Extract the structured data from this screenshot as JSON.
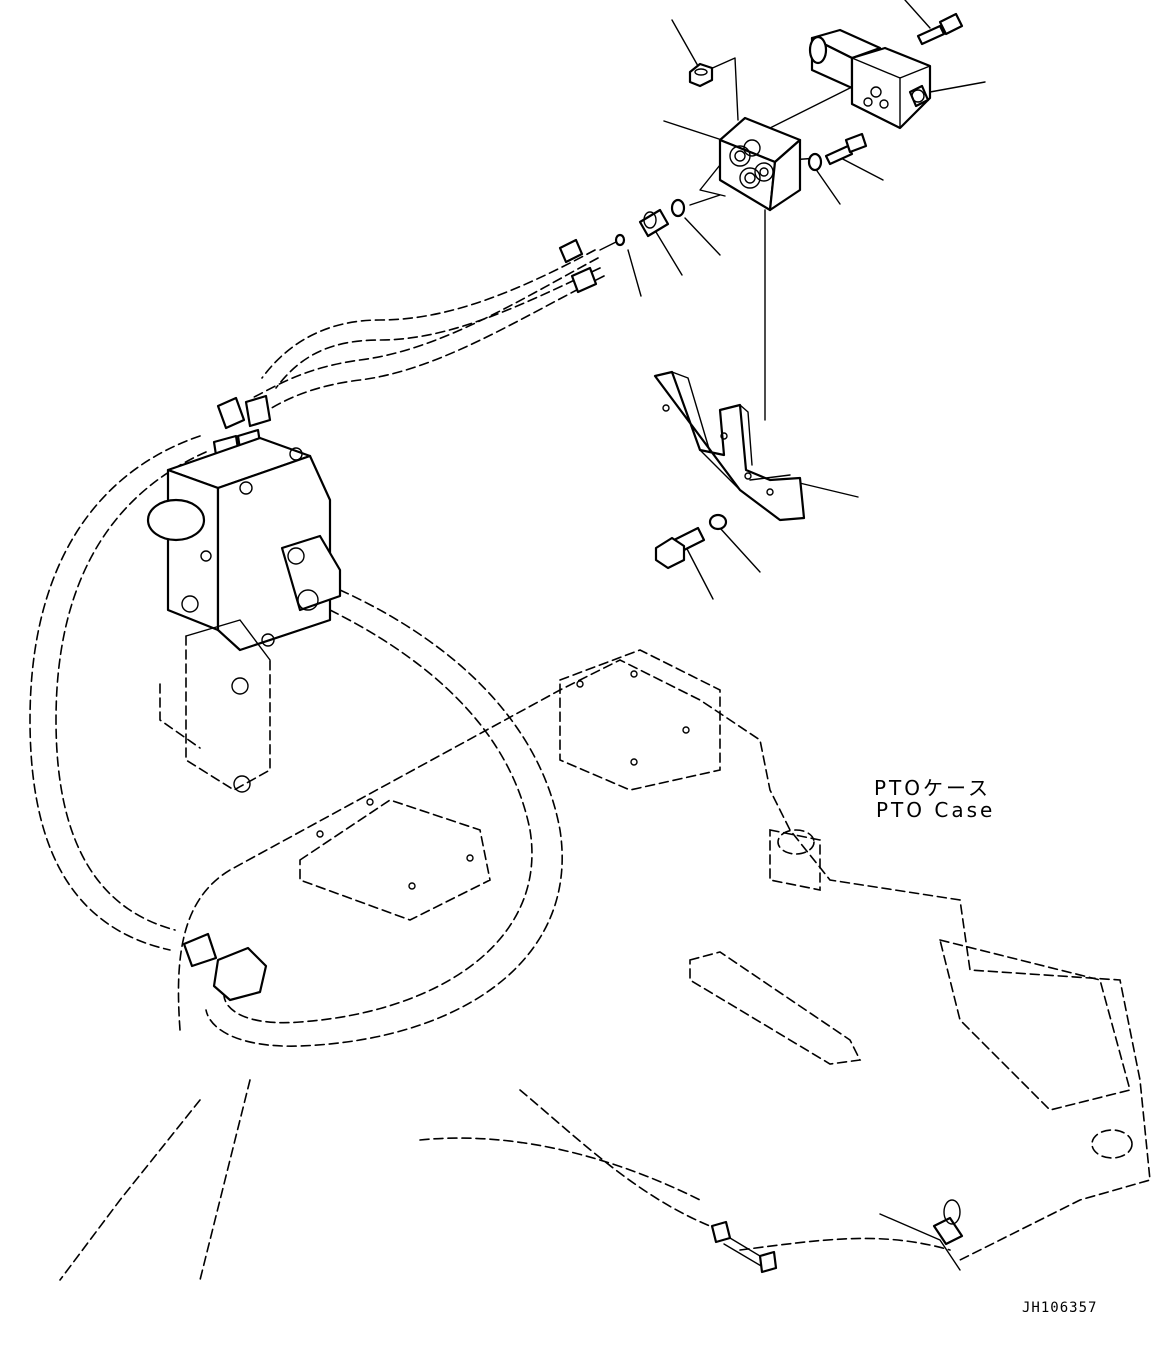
{
  "labels": {
    "case_jp": "PTOケース",
    "case_en": "PTO Case"
  },
  "drawing_id": "JH106357"
}
